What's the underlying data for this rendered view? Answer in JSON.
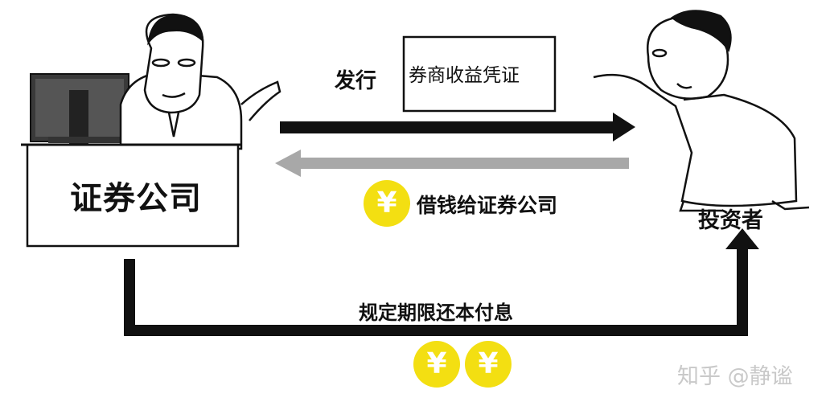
{
  "diagram": {
    "firm_name": "证券公司",
    "issue_label": "发行",
    "certificate_text": "券商收益凭证",
    "borrow_text": "借钱给证券公司",
    "investor_label": "投资者",
    "repay_text": "规定期限还本付息",
    "currency_symbol": "¥",
    "watermark": "知乎 @静谧"
  },
  "colors": {
    "black_arrow": "#111111",
    "gray_arrow": "#a8a8a8",
    "coin": "#f3df12",
    "watermark": "#c9c9c9"
  },
  "icons": [
    "broker-illustration",
    "investor-illustration",
    "computer-monitor-icon",
    "yuan-coin-icon",
    "zhihu-logo"
  ]
}
